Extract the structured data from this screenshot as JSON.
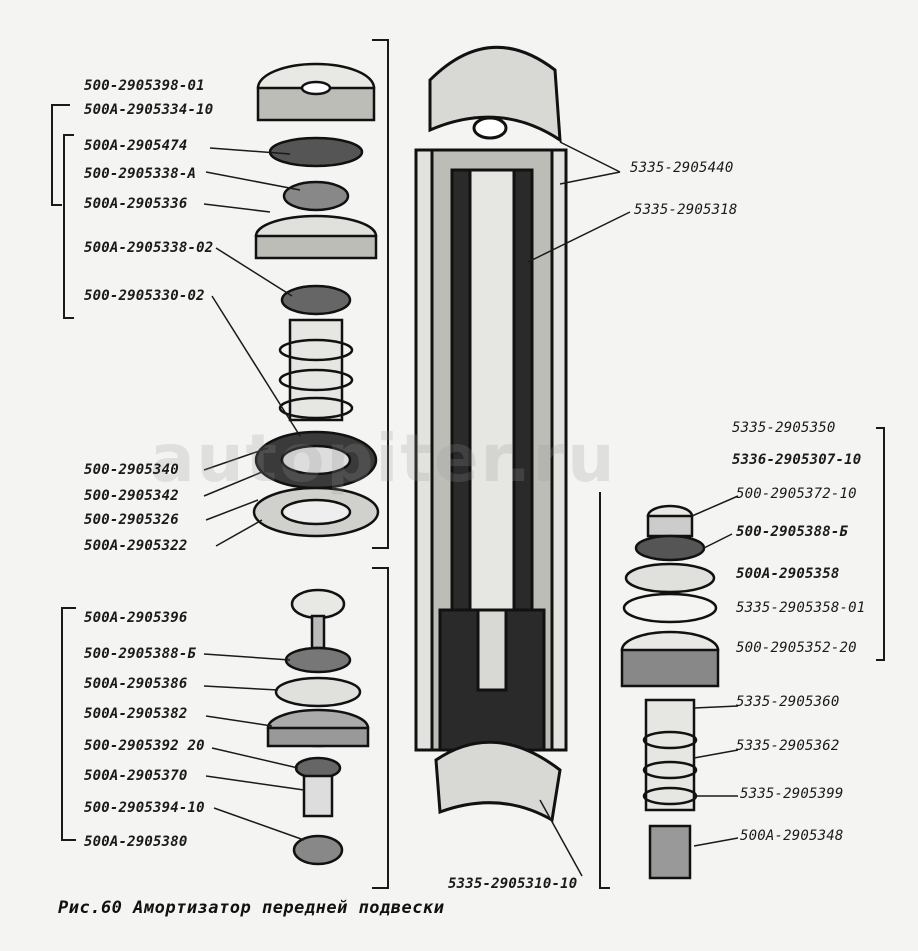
{
  "caption": "Рис.60 Амортизатор передней подвески",
  "watermark": "autopiter.ru",
  "labels": {
    "top_left": [
      "500-2905398-01",
      "500А-2905334-10",
      "500А-2905474",
      "500-2905338-А",
      "500А-2905336",
      "500А-2905338-02",
      "500-2905330-02",
      "500-2905340",
      "500-2905342",
      "500-2905326",
      "500А-2905322"
    ],
    "bottom_left": [
      "500А-2905396",
      "500-2905388-Б",
      "500А-2905386",
      "500А-2905382",
      "500-2905392 20",
      "500А-2905370",
      "500-2905394-10",
      "500А-2905380"
    ],
    "center": [
      "5335-2905440",
      "5335-2905318",
      "5335-2905310-10"
    ],
    "right": [
      "5335-2905350",
      "5336-2905307-10",
      "500-2905372-10",
      "500-2905388-Б",
      "500А-2905358",
      "5335-2905358-01",
      "500-2905352-20",
      "5335-2905360",
      "5335-2905362",
      "5335-2905399",
      "500А-2905348"
    ]
  },
  "colors": {
    "ink": "#1a1a1a",
    "paper": "#f4f4f2"
  }
}
